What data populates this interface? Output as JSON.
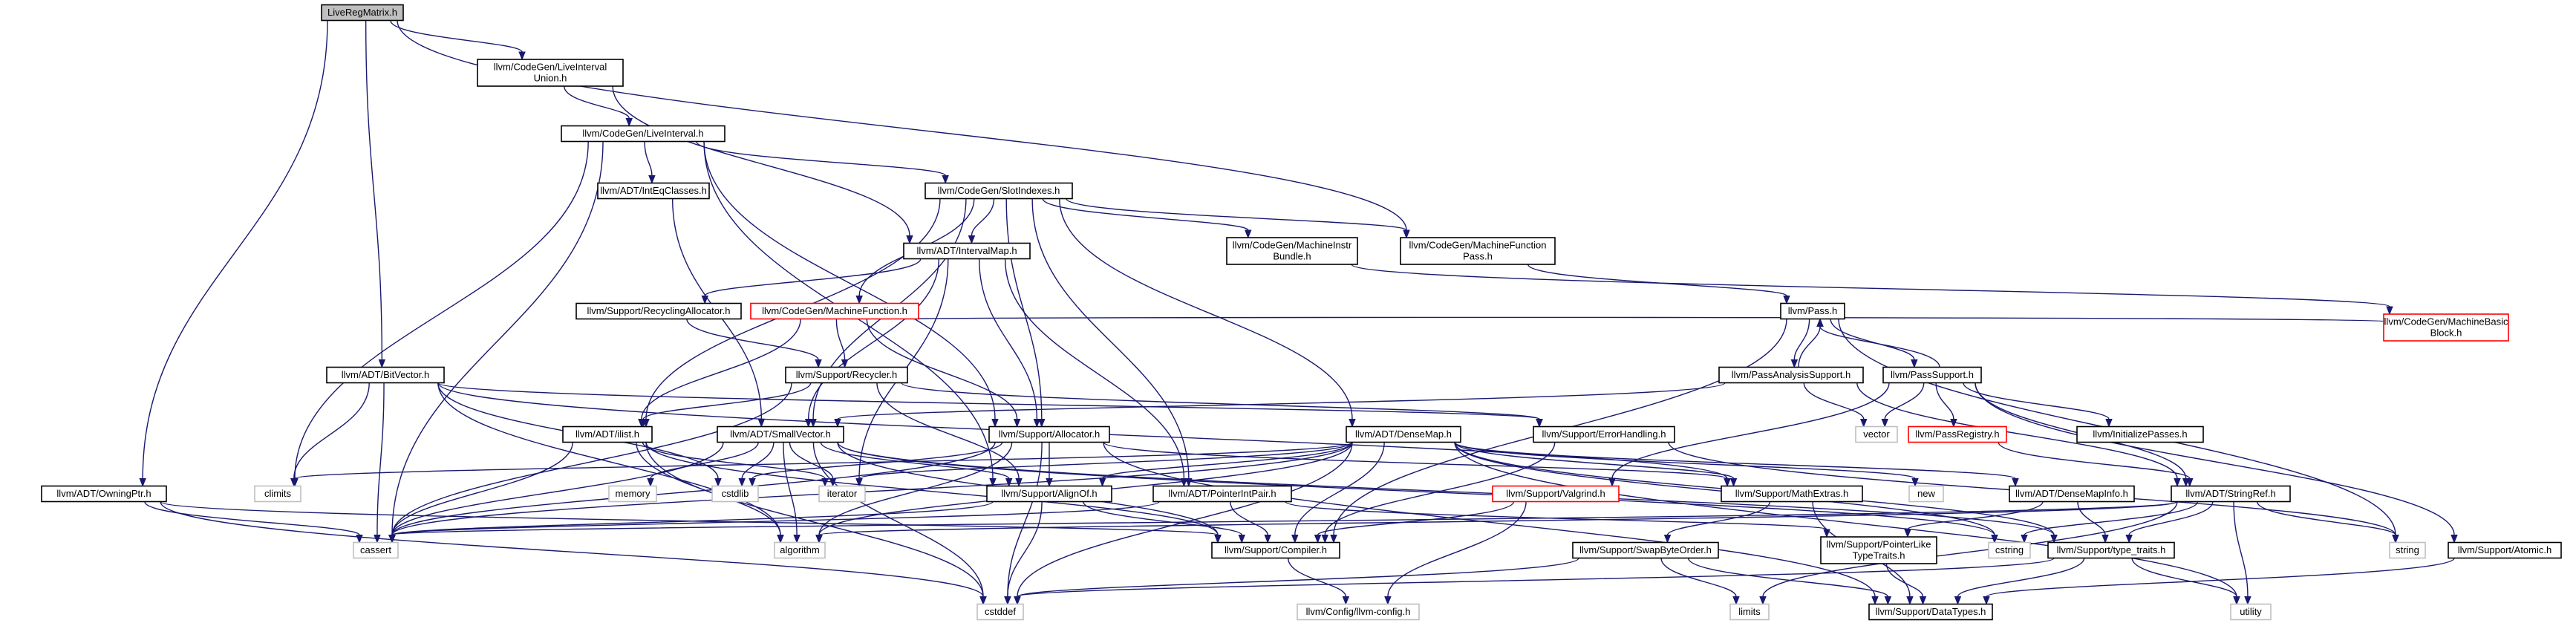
{
  "colors": {
    "edge": "#191970",
    "border_default": "#000000",
    "border_linked_missing": "#ff0000",
    "border_external": "#bfbfbf",
    "fill_root": "#bfbfbf",
    "fill_default": "#ffffff",
    "text": "#000000"
  },
  "nodes": [
    {
      "id": "root",
      "lines": [
        "LiveRegMatrix.h"
      ],
      "kind": "root"
    },
    {
      "id": "liu",
      "lines": [
        "llvm/CodeGen/LiveInterval",
        "Union.h"
      ],
      "kind": "normal"
    },
    {
      "id": "li",
      "lines": [
        "llvm/CodeGen/LiveInterval.h"
      ],
      "kind": "normal"
    },
    {
      "id": "iec",
      "lines": [
        "llvm/ADT/IntEqClasses.h"
      ],
      "kind": "normal"
    },
    {
      "id": "si",
      "lines": [
        "llvm/CodeGen/SlotIndexes.h"
      ],
      "kind": "normal"
    },
    {
      "id": "im",
      "lines": [
        "llvm/ADT/IntervalMap.h"
      ],
      "kind": "normal"
    },
    {
      "id": "mib",
      "lines": [
        "llvm/CodeGen/MachineInstr",
        "Bundle.h"
      ],
      "kind": "normal"
    },
    {
      "id": "mfp",
      "lines": [
        "llvm/CodeGen/MachineFunction",
        "Pass.h"
      ],
      "kind": "normal"
    },
    {
      "id": "ra",
      "lines": [
        "llvm/Support/RecyclingAllocator.h"
      ],
      "kind": "normal"
    },
    {
      "id": "mf",
      "lines": [
        "llvm/CodeGen/MachineFunction.h"
      ],
      "kind": "red"
    },
    {
      "id": "pass",
      "lines": [
        "llvm/Pass.h"
      ],
      "kind": "normal"
    },
    {
      "id": "mbb",
      "lines": [
        "llvm/CodeGen/MachineBasic",
        "Block.h"
      ],
      "kind": "red"
    },
    {
      "id": "bv",
      "lines": [
        "llvm/ADT/BitVector.h"
      ],
      "kind": "normal"
    },
    {
      "id": "rec",
      "lines": [
        "llvm/Support/Recycler.h"
      ],
      "kind": "normal"
    },
    {
      "id": "pas",
      "lines": [
        "llvm/PassAnalysisSupport.h"
      ],
      "kind": "normal"
    },
    {
      "id": "ps",
      "lines": [
        "llvm/PassSupport.h"
      ],
      "kind": "normal"
    },
    {
      "id": "ilist",
      "lines": [
        "llvm/ADT/ilist.h"
      ],
      "kind": "normal"
    },
    {
      "id": "sv",
      "lines": [
        "llvm/ADT/SmallVector.h"
      ],
      "kind": "normal"
    },
    {
      "id": "alloc",
      "lines": [
        "llvm/Support/Allocator.h"
      ],
      "kind": "normal"
    },
    {
      "id": "dm",
      "lines": [
        "llvm/ADT/DenseMap.h"
      ],
      "kind": "normal"
    },
    {
      "id": "eh",
      "lines": [
        "llvm/Support/ErrorHandling.h"
      ],
      "kind": "normal"
    },
    {
      "id": "vector",
      "lines": [
        "vector"
      ],
      "kind": "external"
    },
    {
      "id": "preg",
      "lines": [
        "llvm/PassRegistry.h"
      ],
      "kind": "red"
    },
    {
      "id": "ip",
      "lines": [
        "llvm/InitializePasses.h"
      ],
      "kind": "normal"
    },
    {
      "id": "op",
      "lines": [
        "llvm/ADT/OwningPtr.h"
      ],
      "kind": "normal"
    },
    {
      "id": "climits",
      "lines": [
        "climits"
      ],
      "kind": "external"
    },
    {
      "id": "memory",
      "lines": [
        "memory"
      ],
      "kind": "external"
    },
    {
      "id": "cstdlib",
      "lines": [
        "cstdlib"
      ],
      "kind": "external"
    },
    {
      "id": "iterator",
      "lines": [
        "iterator"
      ],
      "kind": "external"
    },
    {
      "id": "alignof",
      "lines": [
        "llvm/Support/AlignOf.h"
      ],
      "kind": "normal"
    },
    {
      "id": "pip",
      "lines": [
        "llvm/ADT/PointerIntPair.h"
      ],
      "kind": "normal"
    },
    {
      "id": "valgrind",
      "lines": [
        "llvm/Support/Valgrind.h"
      ],
      "kind": "red"
    },
    {
      "id": "me",
      "lines": [
        "llvm/Support/MathExtras.h"
      ],
      "kind": "normal"
    },
    {
      "id": "new",
      "lines": [
        "new"
      ],
      "kind": "external"
    },
    {
      "id": "dmi",
      "lines": [
        "llvm/ADT/DenseMapInfo.h"
      ],
      "kind": "normal"
    },
    {
      "id": "sr",
      "lines": [
        "llvm/ADT/StringRef.h"
      ],
      "kind": "normal"
    },
    {
      "id": "string",
      "lines": [
        "string"
      ],
      "kind": "external"
    },
    {
      "id": "atomic",
      "lines": [
        "llvm/Support/Atomic.h"
      ],
      "kind": "normal"
    },
    {
      "id": "cassert",
      "lines": [
        "cassert"
      ],
      "kind": "external"
    },
    {
      "id": "algorithm",
      "lines": [
        "algorithm"
      ],
      "kind": "external"
    },
    {
      "id": "compiler",
      "lines": [
        "llvm/Support/Compiler.h"
      ],
      "kind": "normal"
    },
    {
      "id": "sbo",
      "lines": [
        "llvm/Support/SwapByteOrder.h"
      ],
      "kind": "normal"
    },
    {
      "id": "plt",
      "lines": [
        "llvm/Support/PointerLike",
        "TypeTraits.h"
      ],
      "kind": "normal"
    },
    {
      "id": "cstring",
      "lines": [
        "cstring"
      ],
      "kind": "external"
    },
    {
      "id": "tt",
      "lines": [
        "llvm/Support/type_traits.h"
      ],
      "kind": "normal"
    },
    {
      "id": "cstddef",
      "lines": [
        "cstddef"
      ],
      "kind": "external"
    },
    {
      "id": "cfg",
      "lines": [
        "llvm/Config/llvm-config.h"
      ],
      "kind": "external"
    },
    {
      "id": "limits",
      "lines": [
        "limits"
      ],
      "kind": "external"
    },
    {
      "id": "dt",
      "lines": [
        "llvm/Support/DataTypes.h"
      ],
      "kind": "normal"
    },
    {
      "id": "utility",
      "lines": [
        "utility"
      ],
      "kind": "external"
    }
  ],
  "edges": [
    [
      "root",
      "liu"
    ],
    [
      "root",
      "bv"
    ],
    [
      "root",
      "op"
    ],
    [
      "root",
      "mfp"
    ],
    [
      "liu",
      "li"
    ],
    [
      "liu",
      "im"
    ],
    [
      "li",
      "iec"
    ],
    [
      "li",
      "si"
    ],
    [
      "li",
      "alloc"
    ],
    [
      "li",
      "alignof"
    ],
    [
      "li",
      "climits"
    ],
    [
      "li",
      "cassert"
    ],
    [
      "iec",
      "sv"
    ],
    [
      "si",
      "im"
    ],
    [
      "si",
      "mib"
    ],
    [
      "si",
      "mfp"
    ],
    [
      "si",
      "mf"
    ],
    [
      "si",
      "ilist"
    ],
    [
      "si",
      "sv"
    ],
    [
      "si",
      "alloc"
    ],
    [
      "si",
      "dm"
    ],
    [
      "si",
      "pip"
    ],
    [
      "im",
      "ra"
    ],
    [
      "im",
      "sv"
    ],
    [
      "im",
      "alloc"
    ],
    [
      "im",
      "pip"
    ],
    [
      "im",
      "iterator"
    ],
    [
      "mib",
      "mbb"
    ],
    [
      "mfp",
      "pass"
    ],
    [
      "ra",
      "rec"
    ],
    [
      "mf",
      "ilist"
    ],
    [
      "mf",
      "rec"
    ],
    [
      "mf",
      "alloc"
    ],
    [
      "mf",
      "mbb"
    ],
    [
      "pass",
      "pas"
    ],
    [
      "pass",
      "ps"
    ],
    [
      "pass",
      "string"
    ],
    [
      "pass",
      "compiler"
    ],
    [
      "pas",
      "pass"
    ],
    [
      "pas",
      "sv"
    ],
    [
      "pas",
      "vector"
    ],
    [
      "pas",
      "sr"
    ],
    [
      "ps",
      "pass"
    ],
    [
      "ps",
      "vector"
    ],
    [
      "ps",
      "preg"
    ],
    [
      "ps",
      "ip"
    ],
    [
      "ps",
      "atomic"
    ],
    [
      "ps",
      "valgrind"
    ],
    [
      "ps",
      "sr"
    ],
    [
      "preg",
      "sr"
    ],
    [
      "bv",
      "me"
    ],
    [
      "bv",
      "eh"
    ],
    [
      "bv",
      "climits"
    ],
    [
      "bv",
      "cstdlib"
    ],
    [
      "bv",
      "algorithm"
    ],
    [
      "bv",
      "cassert"
    ],
    [
      "rec",
      "ilist"
    ],
    [
      "rec",
      "alignof"
    ],
    [
      "rec",
      "eh"
    ],
    [
      "rec",
      "cassert"
    ],
    [
      "ilist",
      "compiler"
    ],
    [
      "ilist",
      "iterator"
    ],
    [
      "ilist",
      "algorithm"
    ],
    [
      "ilist",
      "cassert"
    ],
    [
      "ilist",
      "cstddef"
    ],
    [
      "sv",
      "alignof"
    ],
    [
      "sv",
      "compiler"
    ],
    [
      "sv",
      "tt"
    ],
    [
      "sv",
      "algorithm"
    ],
    [
      "sv",
      "cassert"
    ],
    [
      "sv",
      "cstddef"
    ],
    [
      "sv",
      "cstdlib"
    ],
    [
      "sv",
      "cstring"
    ],
    [
      "sv",
      "iterator"
    ],
    [
      "sv",
      "memory"
    ],
    [
      "alloc",
      "alignof"
    ],
    [
      "alloc",
      "dt"
    ],
    [
      "alloc",
      "me"
    ],
    [
      "alloc",
      "algorithm"
    ],
    [
      "alloc",
      "cassert"
    ],
    [
      "alloc",
      "cstdlib"
    ],
    [
      "alloc",
      "cstddef"
    ],
    [
      "dm",
      "me"
    ],
    [
      "dm",
      "alignof"
    ],
    [
      "dm",
      "compiler"
    ],
    [
      "dm",
      "tt"
    ],
    [
      "dm",
      "dmi"
    ],
    [
      "dm",
      "algorithm"
    ],
    [
      "dm",
      "cassert"
    ],
    [
      "dm",
      "cstddef"
    ],
    [
      "dm",
      "iterator"
    ],
    [
      "dm",
      "new"
    ],
    [
      "dm",
      "utility"
    ],
    [
      "dm",
      "cstring"
    ],
    [
      "dm",
      "climits"
    ],
    [
      "eh",
      "compiler"
    ],
    [
      "eh",
      "string"
    ],
    [
      "op",
      "compiler"
    ],
    [
      "op",
      "cassert"
    ],
    [
      "op",
      "cstddef"
    ],
    [
      "alignof",
      "compiler"
    ],
    [
      "alignof",
      "cassert"
    ],
    [
      "alignof",
      "cstddef"
    ],
    [
      "pip",
      "plt"
    ],
    [
      "pip",
      "compiler"
    ],
    [
      "pip",
      "cassert"
    ],
    [
      "valgrind",
      "cfg"
    ],
    [
      "valgrind",
      "compiler"
    ],
    [
      "me",
      "sbo"
    ],
    [
      "me",
      "dt"
    ],
    [
      "dmi",
      "plt"
    ],
    [
      "dmi",
      "tt"
    ],
    [
      "sr",
      "tt"
    ],
    [
      "sr",
      "algorithm"
    ],
    [
      "sr",
      "cassert"
    ],
    [
      "sr",
      "cstring"
    ],
    [
      "sr",
      "limits"
    ],
    [
      "sr",
      "string"
    ],
    [
      "sr",
      "utility"
    ],
    [
      "atomic",
      "dt"
    ],
    [
      "compiler",
      "cfg"
    ],
    [
      "sbo",
      "dt"
    ],
    [
      "sbo",
      "cstddef"
    ],
    [
      "sbo",
      "limits"
    ],
    [
      "plt",
      "dt"
    ],
    [
      "tt",
      "dt"
    ],
    [
      "tt",
      "cstddef"
    ],
    [
      "tt",
      "utility"
    ]
  ]
}
